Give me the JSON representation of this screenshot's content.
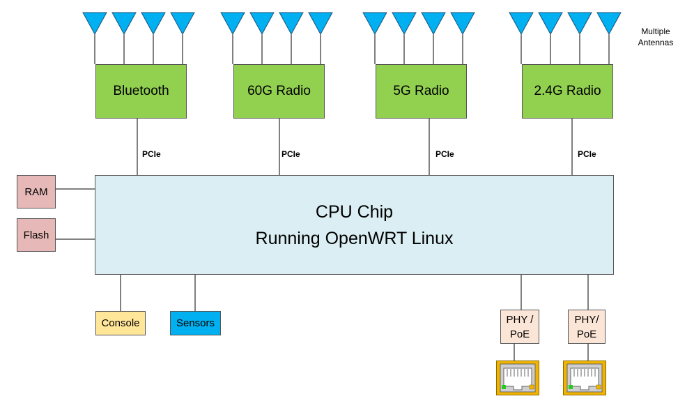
{
  "radios": [
    {
      "label": "Bluetooth",
      "bus": "PCIe"
    },
    {
      "label": "60G Radio",
      "bus": "PCIe"
    },
    {
      "label": "5G Radio",
      "bus": "PCIe"
    },
    {
      "label": "2.4G Radio",
      "bus": "PCIe"
    }
  ],
  "antennas": {
    "line1": "Multiple",
    "line2": "Antennas"
  },
  "memory": {
    "ram": "RAM",
    "flash": "Flash"
  },
  "cpu": {
    "line1": "CPU Chip",
    "line2": "Running OpenWRT Linux"
  },
  "peripherals": {
    "console": "Console",
    "sensors": "Sensors"
  },
  "phys": [
    {
      "line1": "PHY /",
      "line2": "PoE"
    },
    {
      "line1": "PHY/",
      "line2": "PoE"
    }
  ],
  "colors": {
    "radio": "#92d050",
    "antenna": "#00b0f0",
    "cpu": "#daeef3",
    "memory": "#e6b8b7",
    "console": "#ffe699",
    "sensors": "#00b0f0",
    "phy": "#fbe5d6",
    "port": "#f0b400"
  }
}
